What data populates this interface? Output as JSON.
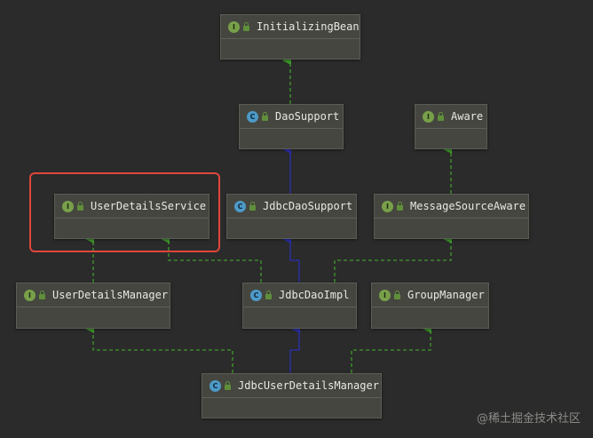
{
  "nodes": {
    "initializing_bean": {
      "label": "InitializingBean",
      "kind": "I"
    },
    "dao_support": {
      "label": "DaoSupport",
      "kind": "C"
    },
    "aware": {
      "label": "Aware",
      "kind": "I"
    },
    "user_details_service": {
      "label": "UserDetailsService",
      "kind": "I"
    },
    "jdbc_dao_support": {
      "label": "JdbcDaoSupport",
      "kind": "C"
    },
    "message_source_aware": {
      "label": "MessageSourceAware",
      "kind": "I"
    },
    "user_details_manager": {
      "label": "UserDetailsManager",
      "kind": "I"
    },
    "jdbc_dao_impl": {
      "label": "JdbcDaoImpl",
      "kind": "C"
    },
    "group_manager": {
      "label": "GroupManager",
      "kind": "I"
    },
    "jdbc_user_details_manager": {
      "label": "JdbcUserDetailsManager",
      "kind": "C"
    }
  },
  "colors": {
    "implements_edge": "#3f9a2c",
    "extends_edge": "#2a2fb0",
    "highlight": "#e0463a"
  },
  "watermark": "@稀土掘金技术社区"
}
